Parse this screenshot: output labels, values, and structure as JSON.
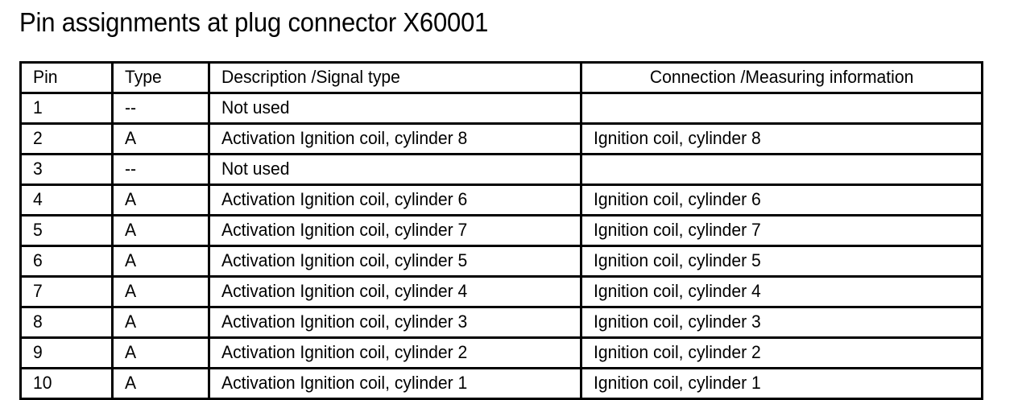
{
  "page": {
    "title": "Pin assignments at plug connector X60001",
    "background_color": "#ffffff",
    "text_color": "#000000",
    "border_color": "#000000"
  },
  "table": {
    "name": "pin-assignment-table",
    "columns": [
      {
        "key": "pin",
        "label": "Pin",
        "align": "left"
      },
      {
        "key": "type",
        "label": "Type",
        "align": "left"
      },
      {
        "key": "description",
        "label": "Description /Signal type",
        "align": "left"
      },
      {
        "key": "connection",
        "label": "Connection /Measuring information",
        "align": "center"
      }
    ],
    "rows": [
      {
        "pin": "1",
        "type": "--",
        "description": "Not used",
        "connection": ""
      },
      {
        "pin": "2",
        "type": "A",
        "description": "Activation Ignition coil, cylinder 8",
        "connection": "Ignition coil, cylinder 8"
      },
      {
        "pin": "3",
        "type": "--",
        "description": "Not used",
        "connection": ""
      },
      {
        "pin": "4",
        "type": "A",
        "description": "Activation Ignition coil, cylinder 6",
        "connection": "Ignition coil, cylinder 6"
      },
      {
        "pin": "5",
        "type": "A",
        "description": "Activation Ignition coil, cylinder 7",
        "connection": "Ignition coil, cylinder 7"
      },
      {
        "pin": "6",
        "type": "A",
        "description": "Activation Ignition coil, cylinder 5",
        "connection": "Ignition coil, cylinder 5"
      },
      {
        "pin": "7",
        "type": "A",
        "description": "Activation Ignition coil, cylinder 4",
        "connection": "Ignition coil, cylinder 4"
      },
      {
        "pin": "8",
        "type": "A",
        "description": "Activation Ignition coil, cylinder 3",
        "connection": "Ignition coil, cylinder 3"
      },
      {
        "pin": "9",
        "type": "A",
        "description": "Activation Ignition coil, cylinder 2",
        "connection": "Ignition coil, cylinder 2"
      },
      {
        "pin": "10",
        "type": "A",
        "description": "Activation Ignition coil, cylinder 1",
        "connection": "Ignition coil, cylinder 1"
      }
    ]
  }
}
